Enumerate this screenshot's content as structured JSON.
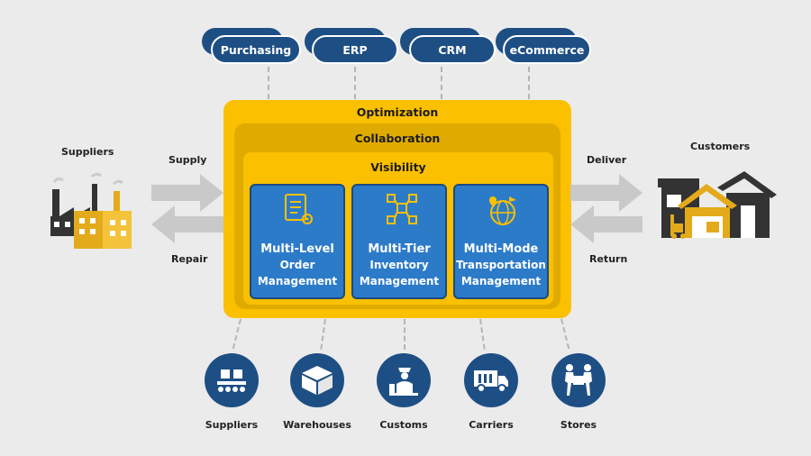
{
  "systems": [
    {
      "label": "Purchasing"
    },
    {
      "label": "ERP"
    },
    {
      "label": "CRM"
    },
    {
      "label": "eCommerce"
    }
  ],
  "layers": {
    "outer": "Optimization",
    "middle": "Collaboration",
    "inner": "Visibility"
  },
  "modules": [
    {
      "line1": "Multi-Level",
      "line2": "Order",
      "line3": "Management",
      "icon": "document-gear-icon"
    },
    {
      "line1": "Multi-Tier",
      "line2": "Inventory",
      "line3": "Management",
      "icon": "network-boxes-icon"
    },
    {
      "line1": "Multi-Mode",
      "line2": "Transportation",
      "line3": "Management",
      "icon": "globe-transport-icon"
    }
  ],
  "left": {
    "title": "Suppliers",
    "supply": "Supply",
    "repair": "Repair"
  },
  "right": {
    "title": "Customers",
    "deliver": "Deliver",
    "return": "Return"
  },
  "partners": [
    {
      "label": "Suppliers",
      "icon": "conveyor-boxes-icon"
    },
    {
      "label": "Warehouses",
      "icon": "box-icon"
    },
    {
      "label": "Customs",
      "icon": "customs-officer-icon"
    },
    {
      "label": "Carriers",
      "icon": "truck-icon"
    },
    {
      "label": "Stores",
      "icon": "people-carrying-box-icon"
    }
  ],
  "colors": {
    "navy": "#1e4f84",
    "yellow": "#fbc000",
    "blue": "#2c7bc9",
    "gray": "#c9c9c9"
  }
}
